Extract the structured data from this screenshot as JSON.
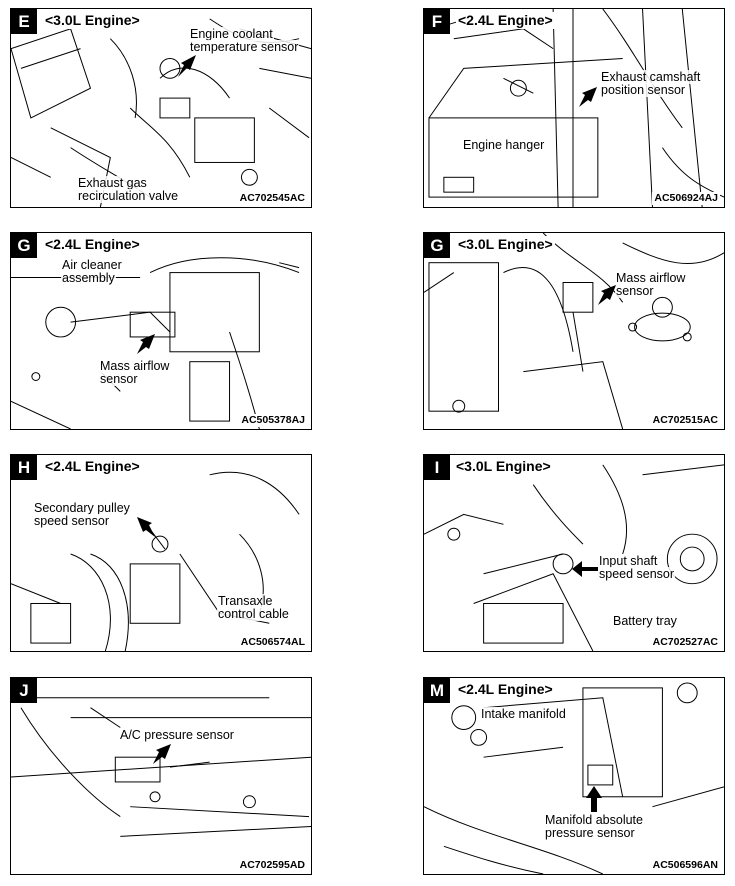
{
  "panels": [
    {
      "letter": "E",
      "engine": "<3.0L Engine>",
      "code": "AC702545AC",
      "labels": [
        "Engine coolant",
        "temperature sensor",
        "Exhaust gas",
        "recirculation valve"
      ]
    },
    {
      "letter": "F",
      "engine": "<2.4L Engine>",
      "code": "AC506924AJ",
      "labels": [
        "Exhaust camshaft",
        "position sensor",
        "Engine hanger"
      ]
    },
    {
      "letter": "G",
      "engine": "<2.4L Engine>",
      "code": "AC505378AJ",
      "labels": [
        "Air cleaner",
        "assembly",
        "Mass airflow",
        "sensor"
      ]
    },
    {
      "letter": "G",
      "engine": "<3.0L Engine>",
      "code": "AC702515AC",
      "labels": [
        "Mass airflow",
        "sensor"
      ]
    },
    {
      "letter": "H",
      "engine": "<2.4L Engine>",
      "code": "AC506574AL",
      "labels": [
        "Secondary pulley",
        "speed sensor",
        "Transaxle",
        "control cable"
      ]
    },
    {
      "letter": "I",
      "engine": "<3.0L Engine>",
      "code": "AC702527AC",
      "labels": [
        "Input shaft",
        "speed sensor",
        "Battery tray"
      ]
    },
    {
      "letter": "J",
      "engine": "",
      "code": "AC702595AD",
      "labels": [
        "A/C pressure sensor"
      ]
    },
    {
      "letter": "M",
      "engine": "<2.4L Engine>",
      "code": "AC506596AN",
      "labels": [
        "Intake manifold",
        "Manifold absolute",
        "pressure sensor"
      ]
    }
  ]
}
